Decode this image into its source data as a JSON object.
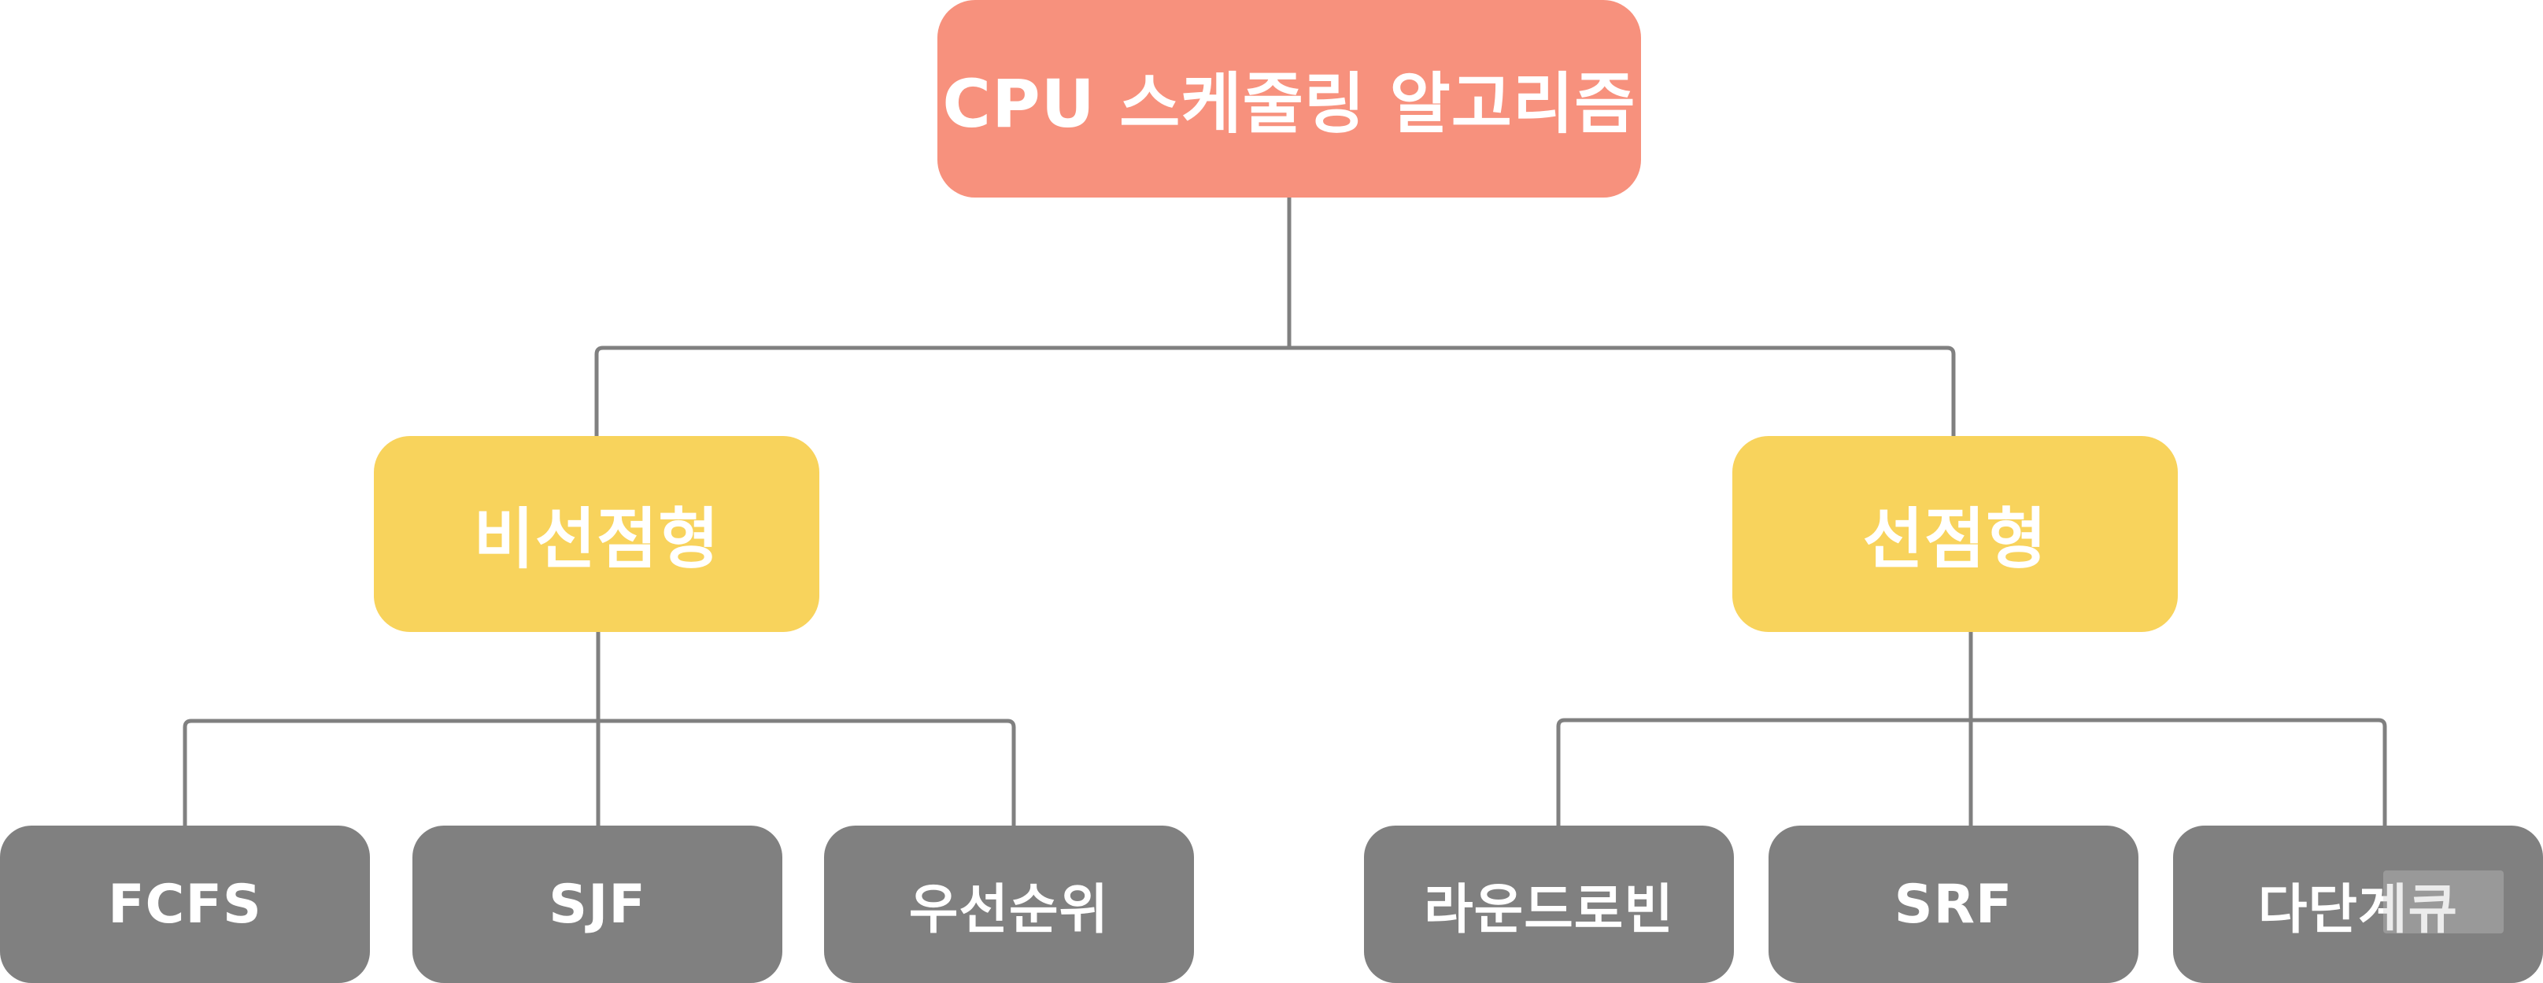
{
  "colors": {
    "root": "#f7917d",
    "category": "#f8d35c",
    "leaf": "#808080",
    "text": "#ffffff",
    "connector": "#808080"
  },
  "root": {
    "label": "CPU 스케줄링 알고리즘"
  },
  "categories": [
    {
      "label": "비선점형",
      "children": [
        {
          "label": "FCFS"
        },
        {
          "label": "SJF"
        },
        {
          "label": "우선순위"
        }
      ]
    },
    {
      "label": "선점형",
      "children": [
        {
          "label": "라운드로빈"
        },
        {
          "label": "SRF"
        },
        {
          "label": "다단계큐"
        }
      ]
    }
  ]
}
